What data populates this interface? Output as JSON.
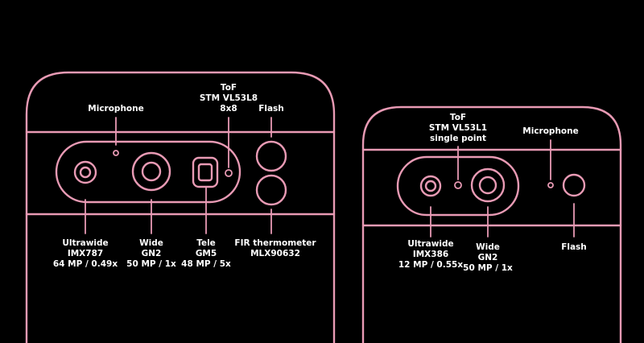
{
  "colors": {
    "background": "#000000",
    "outline": "#e89ab4",
    "text": "#ffffff"
  },
  "left_phone": {
    "microphone": "Microphone",
    "tof": [
      "ToF",
      "STM VL53L8",
      "8x8"
    ],
    "flash": "Flash",
    "ultrawide": [
      "Ultrawide",
      "IMX787",
      "64 MP / 0.49x"
    ],
    "wide": [
      "Wide",
      "GN2",
      "50 MP / 1x"
    ],
    "tele": [
      "Tele",
      "GM5",
      "48 MP / 5x"
    ],
    "fir": [
      "FIR thermometer",
      "MLX90632"
    ]
  },
  "right_phone": {
    "tof": [
      "ToF",
      "STM VL53L1",
      "single point"
    ],
    "microphone": "Microphone",
    "ultrawide": [
      "Ultrawide",
      "IMX386",
      "12 MP / 0.55x"
    ],
    "wide": [
      "Wide",
      "GN2",
      "50 MP / 1x"
    ],
    "flash": "Flash"
  }
}
